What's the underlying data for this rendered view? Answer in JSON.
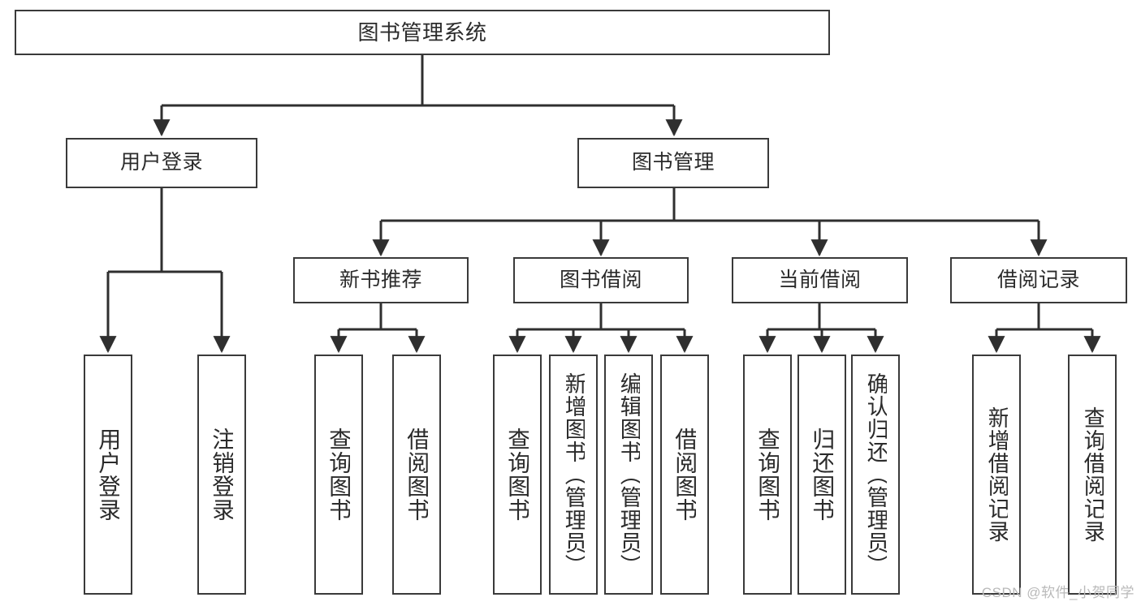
{
  "diagram": {
    "title": "图书管理系统",
    "type": "hierarchy-tree",
    "watermark": "CSDN @软件_小贺同学",
    "colors": {
      "background": "#ffffff",
      "box_border": "#3a3a3a",
      "box_fill": "#ffffff",
      "edge": "#2f2f2f",
      "text": "#2b2b2b",
      "watermark": "#b9b9b9"
    },
    "nodes": {
      "root": {
        "label": "图书管理系统"
      },
      "level1": [
        {
          "label": "用户登录"
        },
        {
          "label": "图书管理"
        }
      ],
      "level2": [
        {
          "label": "新书推荐"
        },
        {
          "label": "图书借阅"
        },
        {
          "label": "当前借阅"
        },
        {
          "label": "借阅记录"
        }
      ],
      "leaves": {
        "user_login": [
          {
            "label": "用户登录"
          },
          {
            "label": "注销登录"
          }
        ],
        "new_book_recommend": [
          {
            "label": "查询图书"
          },
          {
            "label": "借阅图书"
          }
        ],
        "book_borrow": [
          {
            "label": "查询图书"
          },
          {
            "label": "新增图书（管理员）"
          },
          {
            "label": "编辑图书（管理员）"
          },
          {
            "label": "借阅图书"
          }
        ],
        "current_borrow": [
          {
            "label": "查询图书"
          },
          {
            "label": "归还图书"
          },
          {
            "label": "确认归还（管理员）"
          }
        ],
        "borrow_record": [
          {
            "label": "新增借阅记录"
          },
          {
            "label": "查询借阅记录"
          }
        ]
      }
    }
  }
}
